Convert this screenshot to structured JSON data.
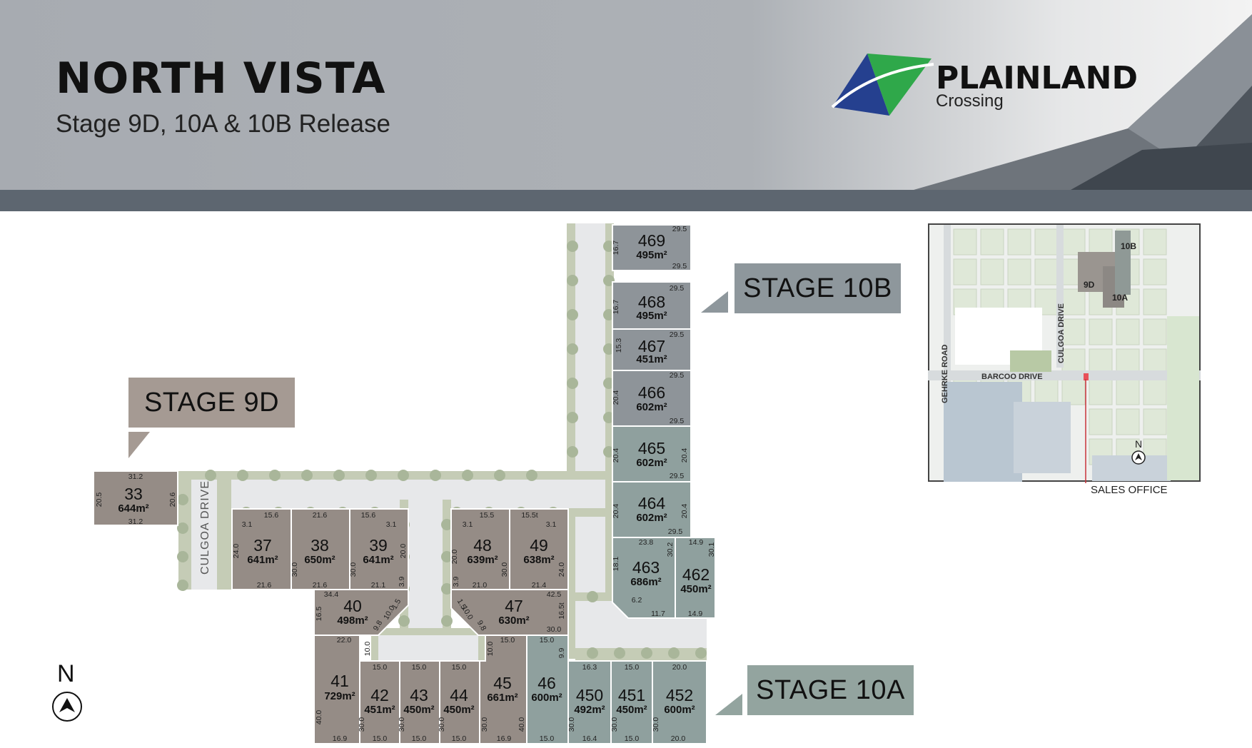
{
  "header": {
    "title": "NORTH VISTA",
    "subtitle": "Stage 9D, 10A & 10B Release",
    "logo_word": "PLAINLAND",
    "logo_sub": "Crossing",
    "colors": {
      "header_bg": "#a9adb3",
      "header_bar": "#5d6670",
      "logo_green": "#2fa84a",
      "logo_blue": "#25408f"
    }
  },
  "stages": {
    "s10b": "STAGE 10B",
    "s9d": "STAGE 9D",
    "s10a": "STAGE 10A"
  },
  "colors": {
    "stage_9d_lot": "#958c86",
    "stage_10b_lot": "#8e9499",
    "stage_10a_lot": "#8fa09e",
    "road": "#e7e8ea",
    "verge": "#c4cbb5",
    "tree": "#a9b69a",
    "stage_box_9d": "#a59a93",
    "stage_box_10b": "#8e979c",
    "stage_box_10a": "#93a49f"
  },
  "lots": [
    {
      "num": "469",
      "area": "495m²",
      "dims": [
        "29.5",
        "16.7",
        "29.5"
      ]
    },
    {
      "num": "468",
      "area": "495m²",
      "dims": [
        "29.5",
        "16.7"
      ]
    },
    {
      "num": "467",
      "area": "451m²",
      "dims": [
        "29.5",
        "15.3"
      ]
    },
    {
      "num": "466",
      "area": "602m²",
      "dims": [
        "29.5",
        "20.4",
        "29.5"
      ]
    },
    {
      "num": "465",
      "area": "602m²",
      "dims": [
        "20.4",
        "20.4",
        "29.5"
      ]
    },
    {
      "num": "464",
      "area": "602m²",
      "dims": [
        "20.4",
        "20.4",
        "29.5"
      ]
    },
    {
      "num": "463",
      "area": "686m²",
      "dims": [
        "23.8",
        "18.1",
        "30.2",
        "6.2",
        "11.7"
      ]
    },
    {
      "num": "462",
      "area": "450m²",
      "dims": [
        "14.9",
        "30.1",
        "14.9"
      ]
    },
    {
      "num": "33",
      "area": "644m²",
      "dims": [
        "31.2",
        "20.5",
        "20.6",
        "31.2"
      ]
    },
    {
      "num": "37",
      "area": "641m²",
      "dims": [
        "15.6",
        "3.1",
        "24.0",
        "21.6"
      ]
    },
    {
      "num": "38",
      "area": "650m²",
      "dims": [
        "21.6",
        "30.0",
        "21.6"
      ]
    },
    {
      "num": "39",
      "area": "641m²",
      "dims": [
        "15.6",
        "3.1",
        "30.0",
        "20.0",
        "21.1"
      ]
    },
    {
      "num": "48",
      "area": "639m²",
      "dims": [
        "15.5",
        "3.1",
        "20.0",
        "30.0",
        "21.0"
      ]
    },
    {
      "num": "49",
      "area": "638m²",
      "dims": [
        "15.5t",
        "3.1",
        "24.0",
        "21.4"
      ]
    },
    {
      "num": "40",
      "area": "498m²",
      "dims": [
        "34.4",
        "16.5",
        "3.9",
        "1.5",
        "10.0",
        "9.8"
      ]
    },
    {
      "num": "47",
      "area": "630m²",
      "dims": [
        "42.5",
        "3.9",
        "1.5",
        "10.0",
        "9.8",
        "16.5t",
        "30.0"
      ]
    },
    {
      "num": "41",
      "area": "729m²",
      "dims": [
        "22.0",
        "10.0",
        "40.0",
        "16.9"
      ]
    },
    {
      "num": "42",
      "area": "451m²",
      "dims": [
        "15.0",
        "30.0",
        "15.0"
      ]
    },
    {
      "num": "43",
      "area": "450m²",
      "dims": [
        "15.0",
        "30.0",
        "15.0"
      ]
    },
    {
      "num": "44",
      "area": "450m²",
      "dims": [
        "15.0",
        "30.0",
        "15.0"
      ]
    },
    {
      "num": "45",
      "area": "661m²",
      "dims": [
        "15.0",
        "10.0",
        "30.0",
        "40.0",
        "16.9"
      ]
    },
    {
      "num": "46",
      "area": "600m²",
      "dims": [
        "15.0",
        "9.9",
        "15.0"
      ]
    },
    {
      "num": "450",
      "area": "492m²",
      "dims": [
        "16.3",
        "30.0",
        "16.4"
      ]
    },
    {
      "num": "451",
      "area": "450m²",
      "dims": [
        "15.0",
        "30.0",
        "15.0"
      ]
    },
    {
      "num": "452",
      "area": "600m²",
      "dims": [
        "20.0",
        "30.0",
        "20.0"
      ]
    }
  ],
  "streets": {
    "culgoa": "CULGOA DRIVE"
  },
  "locator": {
    "labels": {
      "s10b": "10B",
      "s9d": "9D",
      "s10a": "10A",
      "culgoa": "CULGOA DRIVE",
      "barcoo": "BARCOO DRIVE",
      "gehrke": "GEHRKE ROAD",
      "north": "N"
    },
    "sales_office": "SALES OFFICE"
  },
  "north_arrow": "N"
}
